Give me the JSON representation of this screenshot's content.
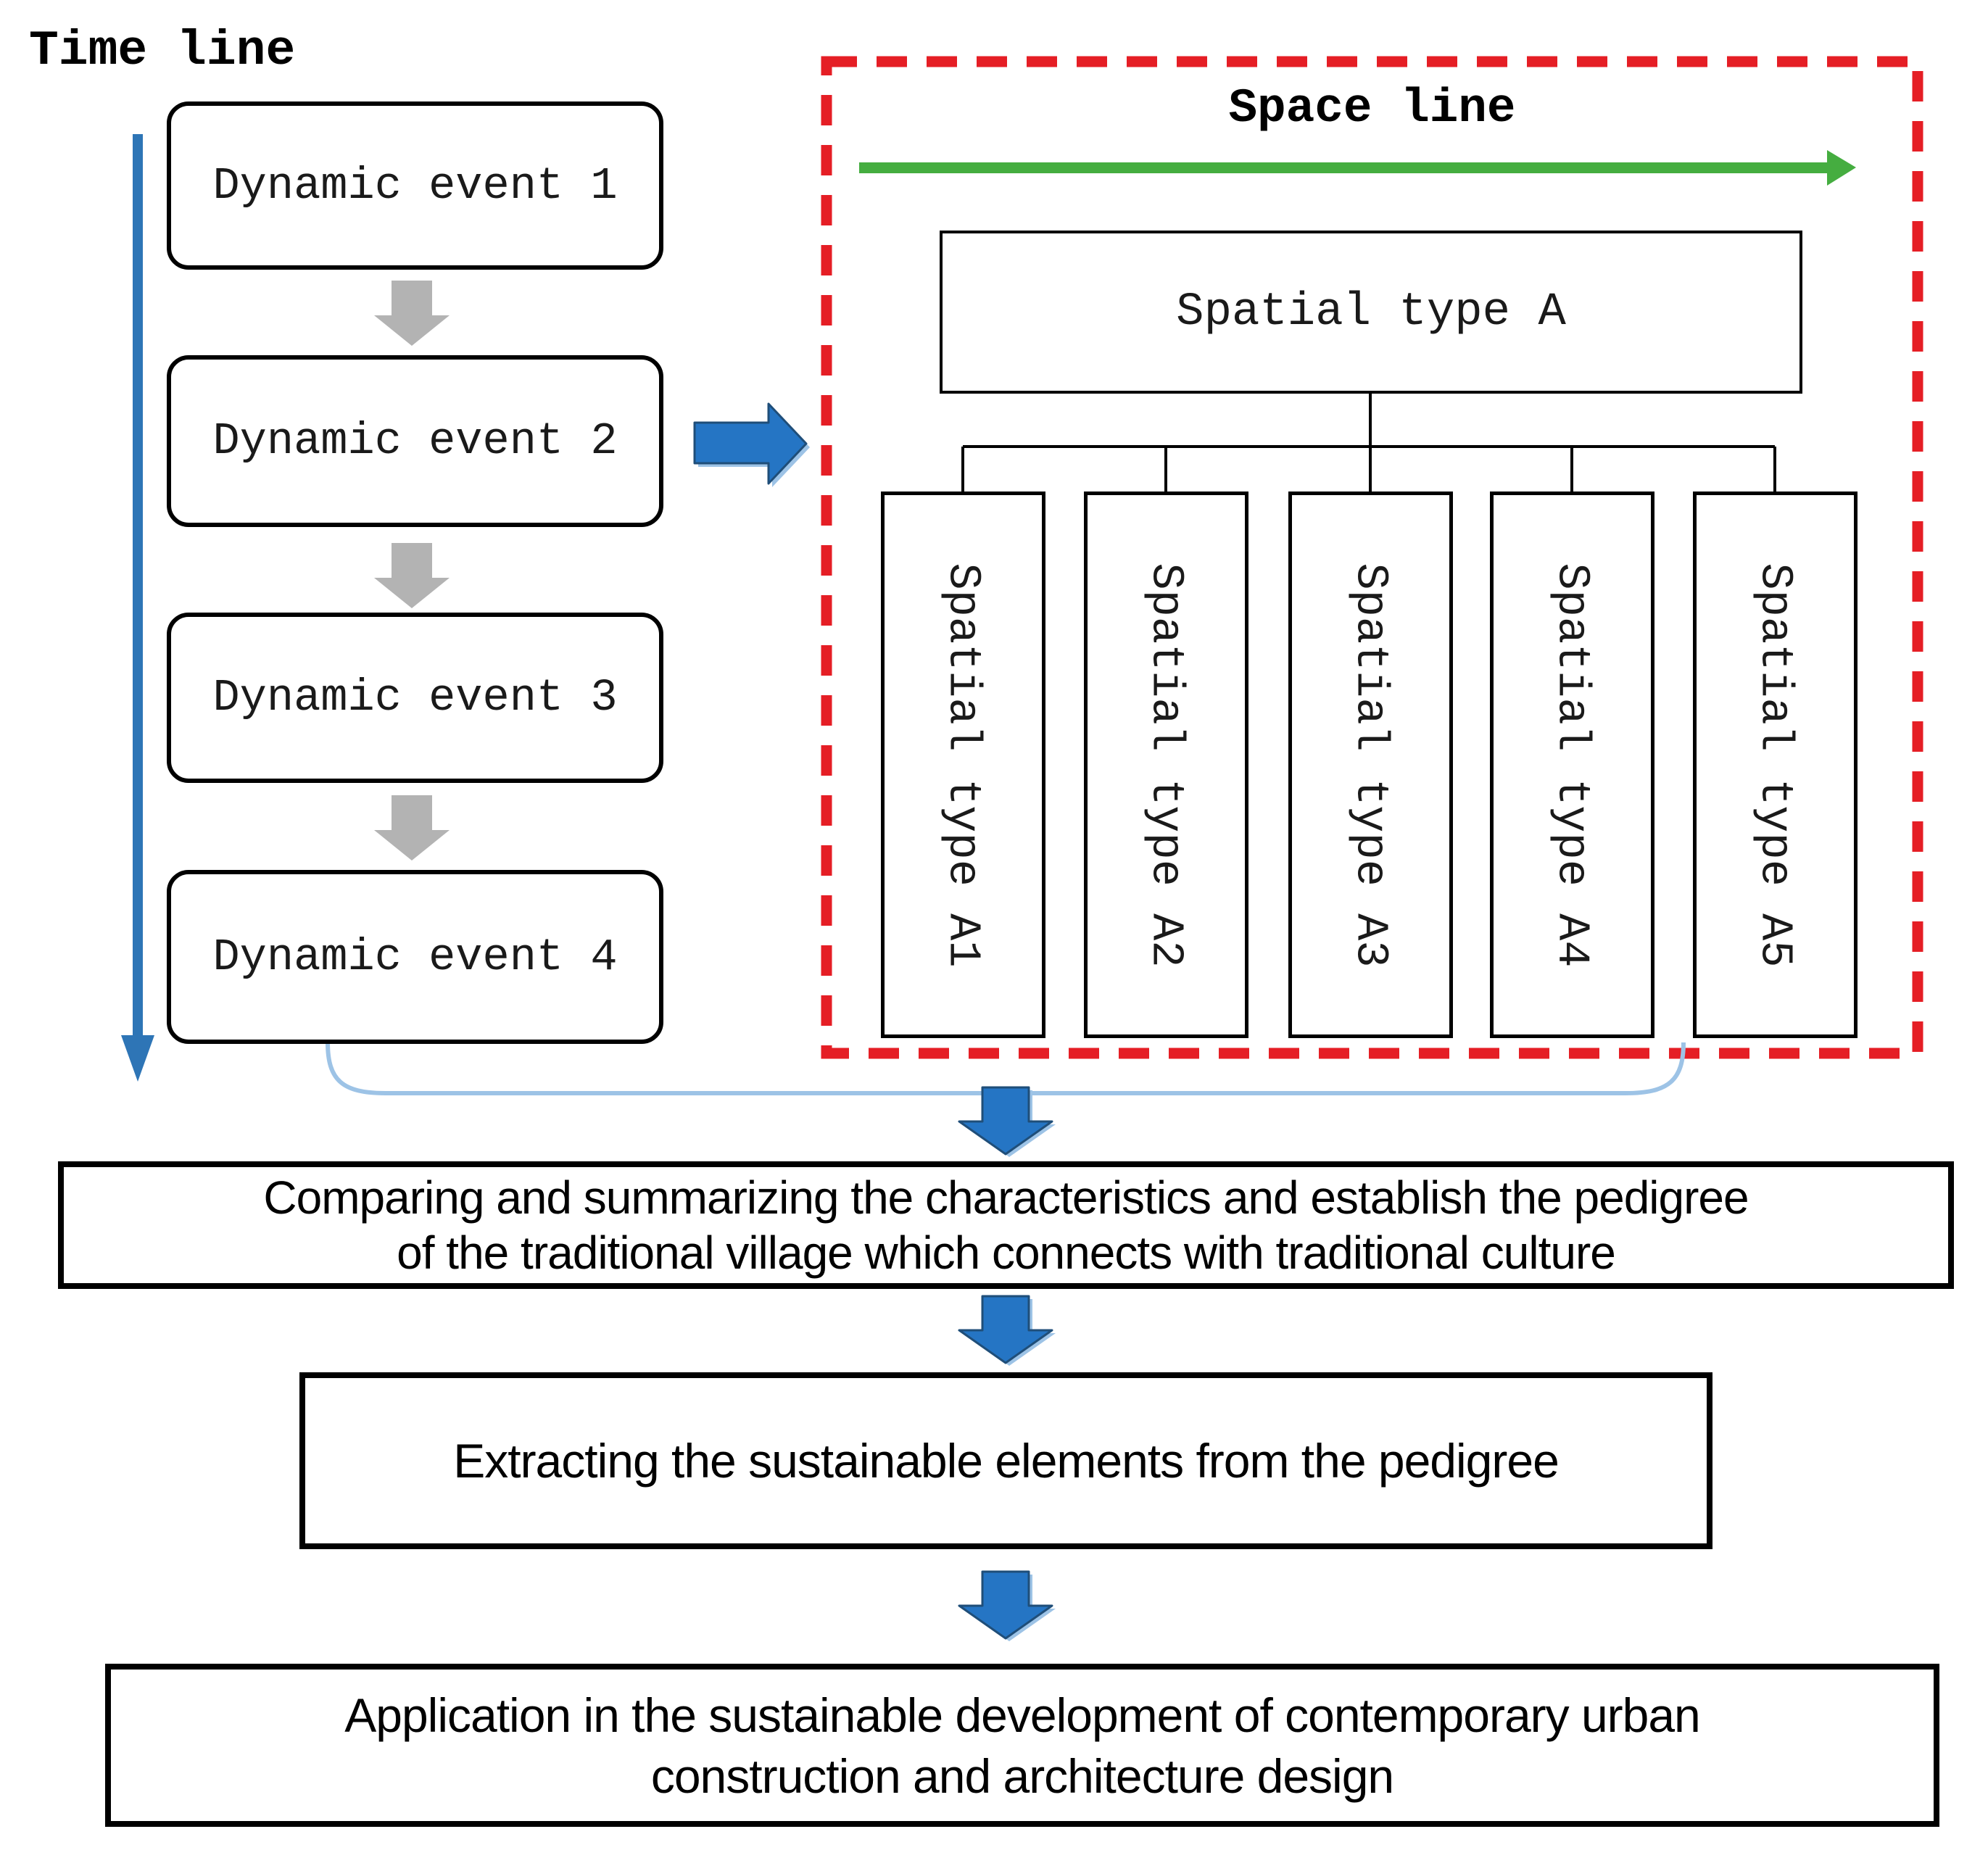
{
  "colors": {
    "timeline_blue": "#2e75b6",
    "arrow_fill_blue": "#2575c4",
    "arrow_edge_blue": "#1f4e79",
    "arrow_shadow_blue": "#9dc3e6",
    "space_border_red": "#e51e25",
    "space_arrow_green": "#45ad40",
    "flow_arrow_gray": "#b3b3b3"
  },
  "timeline": {
    "label": "Time line",
    "events": [
      {
        "label": "Dynamic event 1"
      },
      {
        "label": "Dynamic event 2"
      },
      {
        "label": "Dynamic event 3"
      },
      {
        "label": "Dynamic event 4"
      }
    ]
  },
  "spaceline": {
    "label": "Space line",
    "parent_label": "Spatial type A",
    "children": [
      {
        "label": "Spatial type A1"
      },
      {
        "label": "Spatial type A2"
      },
      {
        "label": "Spatial type A3"
      },
      {
        "label": "Spatial type A4"
      },
      {
        "label": "Spatial type A5"
      }
    ]
  },
  "process": {
    "step1_line1": "Comparing and summarizing the characteristics and establish the pedigree",
    "step1_line2": "of the traditional village which connects with traditional culture",
    "step2": "Extracting the sustainable elements from the pedigree",
    "step3_line1": "Application in the sustainable development of contemporary urban",
    "step3_line2": "construction and architecture design"
  }
}
